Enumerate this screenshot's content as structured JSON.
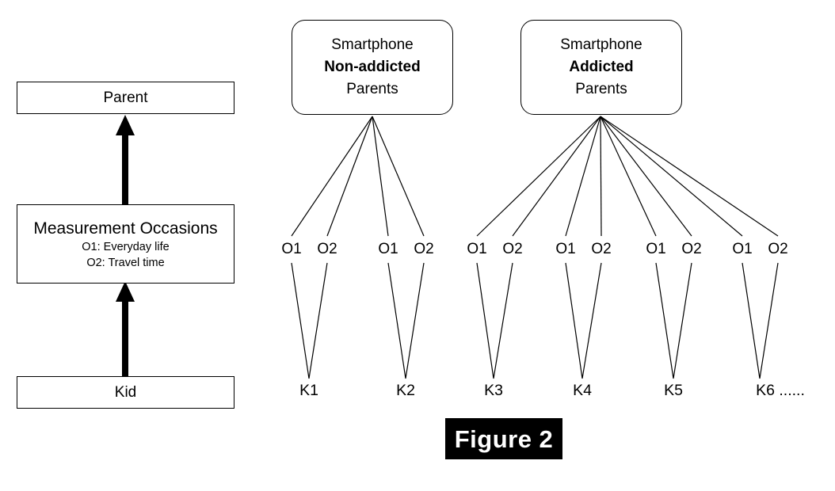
{
  "figure": {
    "caption": "Figure 2",
    "caption_bg": "#000000",
    "caption_fg": "#ffffff"
  },
  "legend_column": {
    "levels": [
      {
        "name": "parent-level",
        "title": "Parent",
        "sub_lines": []
      },
      {
        "name": "measurement-occasions-level",
        "title": "Measurement Occasions",
        "sub_lines": [
          "O1: Everyday life",
          "O2: Travel time"
        ]
      },
      {
        "name": "kid-level",
        "title": "Kid",
        "sub_lines": []
      }
    ],
    "arrow_up_1": "arrow-up",
    "arrow_up_2": "arrow-up"
  },
  "groups": [
    {
      "name": "non-addicted-group",
      "line1": "Smartphone",
      "line2": "Non-addicted",
      "line3": "Parents"
    },
    {
      "name": "addicted-group",
      "line1": "Smartphone",
      "line2": "Addicted",
      "line3": "Parents"
    }
  ],
  "occasion_labels": {
    "o1": "O1",
    "o2": "O2"
  },
  "kids": [
    {
      "label": "K1",
      "group": "non-addicted-group"
    },
    {
      "label": "K2",
      "group": "non-addicted-group"
    },
    {
      "label": "K3",
      "group": "addicted-group"
    },
    {
      "label": "K4",
      "group": "addicted-group"
    },
    {
      "label": "K5",
      "group": "addicted-group"
    },
    {
      "label": "K6 ......",
      "group": "addicted-group"
    }
  ],
  "occasions": [
    {
      "label": "O1",
      "kid": "K1"
    },
    {
      "label": "O2",
      "kid": "K1"
    },
    {
      "label": "O1",
      "kid": "K2"
    },
    {
      "label": "O2",
      "kid": "K2"
    },
    {
      "label": "O1",
      "kid": "K3"
    },
    {
      "label": "O2",
      "kid": "K3"
    },
    {
      "label": "O1",
      "kid": "K4"
    },
    {
      "label": "O2",
      "kid": "K4"
    },
    {
      "label": "O1",
      "kid": "K5"
    },
    {
      "label": "O2",
      "kid": "K5"
    },
    {
      "label": "O1",
      "kid": "K6 ......"
    },
    {
      "label": "O2",
      "kid": "K6 ......"
    }
  ],
  "colors": {
    "stroke": "#000000",
    "fill": "#ffffff",
    "text": "#000000"
  }
}
